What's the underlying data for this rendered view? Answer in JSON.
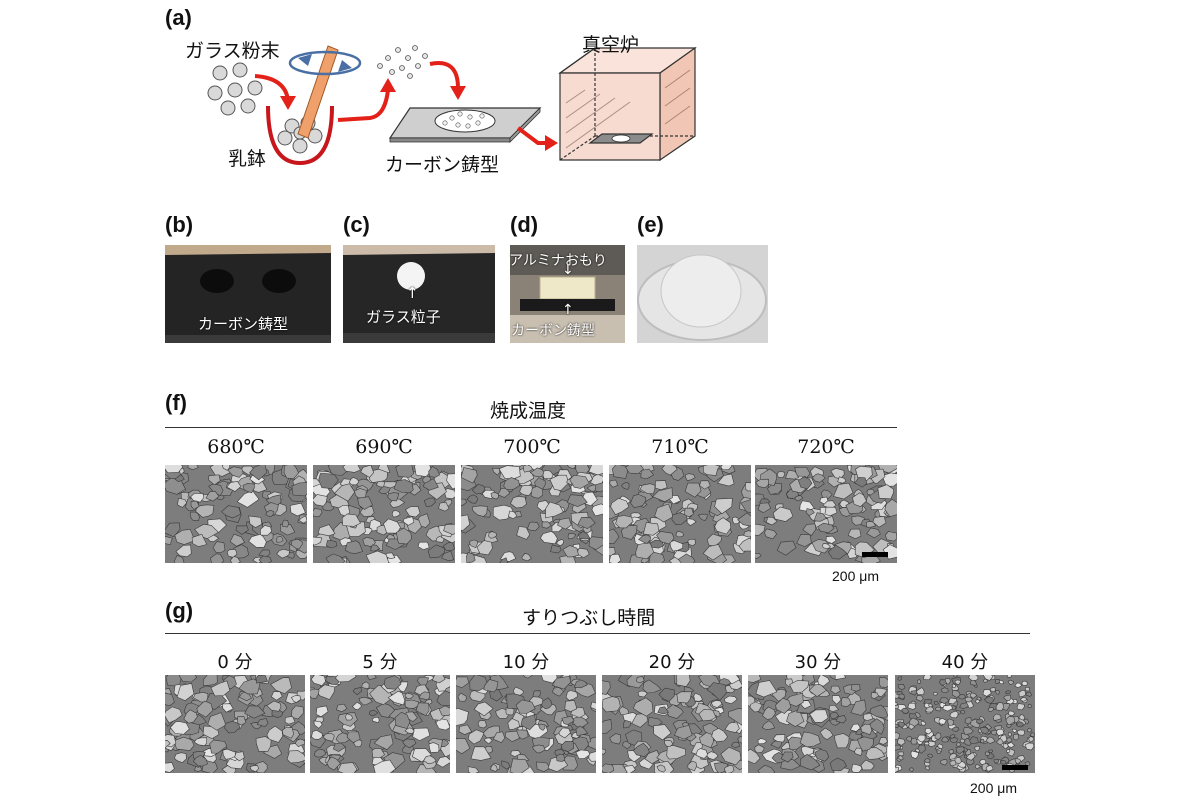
{
  "panel_a": {
    "label": "(a)",
    "glass_powder": "ガラス粉末",
    "mortar": "乳鉢",
    "carbon_mold": "カーボン鋳型",
    "vacuum_furnace": "真空炉"
  },
  "panel_b": {
    "label": "(b)",
    "caption": "カーボン鋳型"
  },
  "panel_c": {
    "label": "(c)",
    "caption": "ガラス粒子"
  },
  "panel_d": {
    "label": "(d)",
    "top_caption": "アルミナおもり",
    "bottom_caption": "カーボン鋳型"
  },
  "panel_e": {
    "label": "(e)"
  },
  "panel_f": {
    "label": "(f)",
    "title": "焼成温度",
    "columns": [
      "680℃",
      "690℃",
      "700℃",
      "710℃",
      "720℃"
    ],
    "scale": "200 μm"
  },
  "panel_g": {
    "label": "(g)",
    "title": "すりつぶし時間",
    "columns": [
      "0 分",
      "5 分",
      "10 分",
      "20 分",
      "30 分",
      "40 分"
    ],
    "scale": "200 μm"
  },
  "colors": {
    "arrow": "#e32119",
    "pestle": "#f0a06a",
    "furnace": "#f6d5c8",
    "mold": "#1e1e1e"
  }
}
